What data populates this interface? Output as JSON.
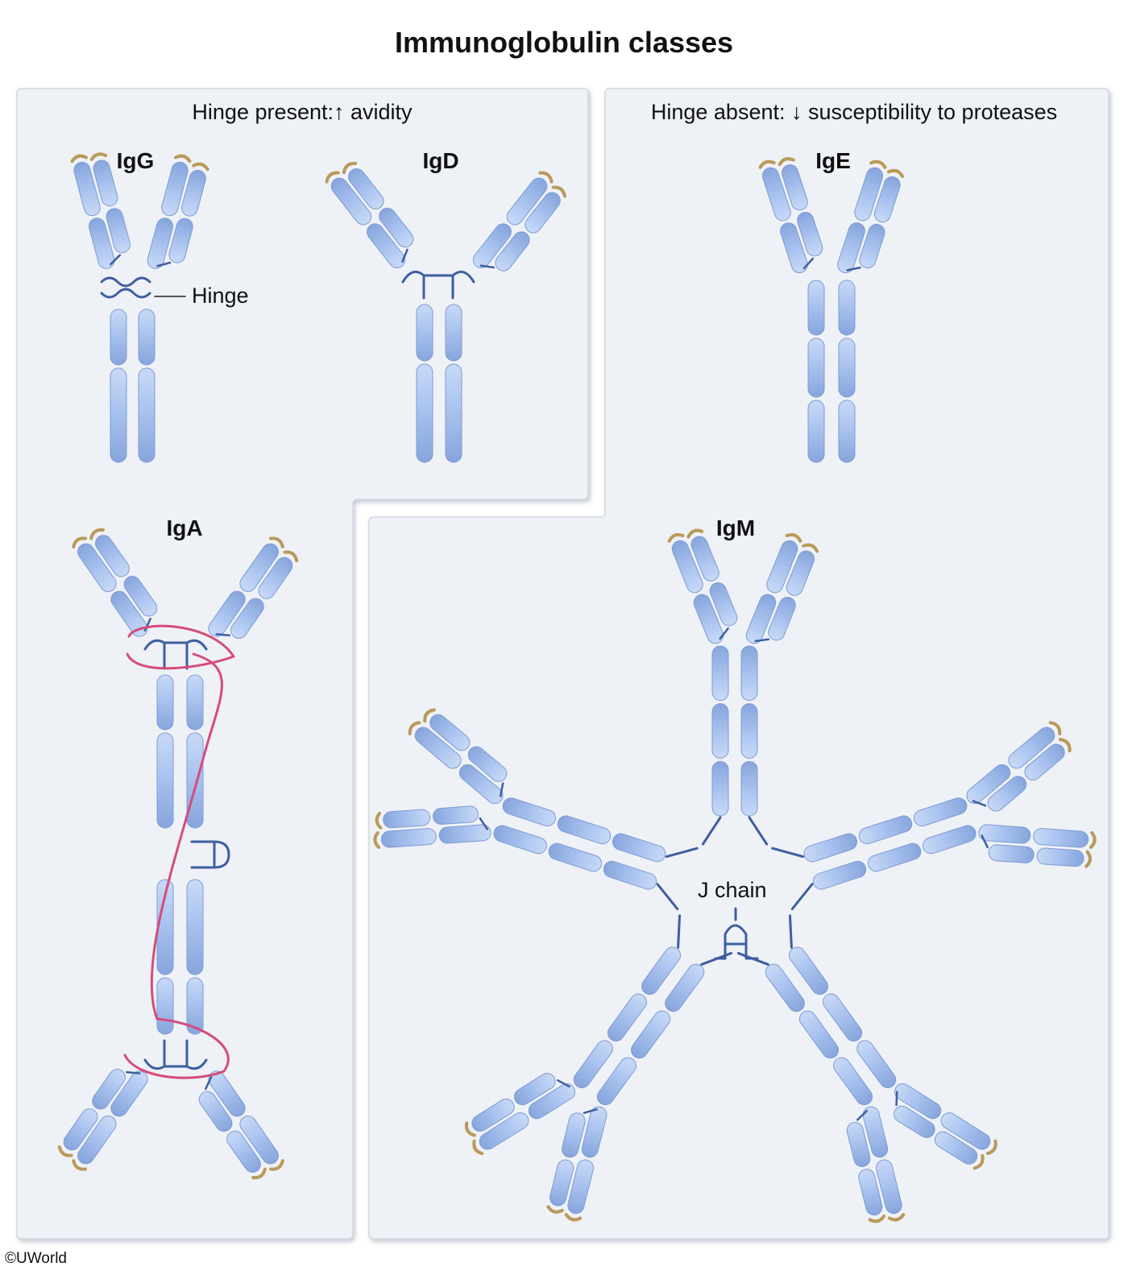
{
  "title": "Immunoglobulin classes",
  "panels": {
    "left_heading": "Hinge present:↑ avidity",
    "right_heading": "Hinge absent: ↓ susceptibility to proteases"
  },
  "antibodies": {
    "igg": "IgG",
    "igd": "IgD",
    "ige": "IgE",
    "iga": "IgA",
    "igm": "IgM"
  },
  "callouts": {
    "hinge": "Hinge",
    "j_chain": "J chain"
  },
  "copyright": "©UWorld",
  "colors": {
    "panel_fill": "#eef1f6",
    "panel_border": "#cfd5df",
    "domain_fill": "#a9c2ee",
    "domain_edge": "#7e9bd3",
    "tip_color": "#b99a58",
    "linker_blue": "#3d5fa0",
    "secretory_component": "#d64b7a"
  }
}
